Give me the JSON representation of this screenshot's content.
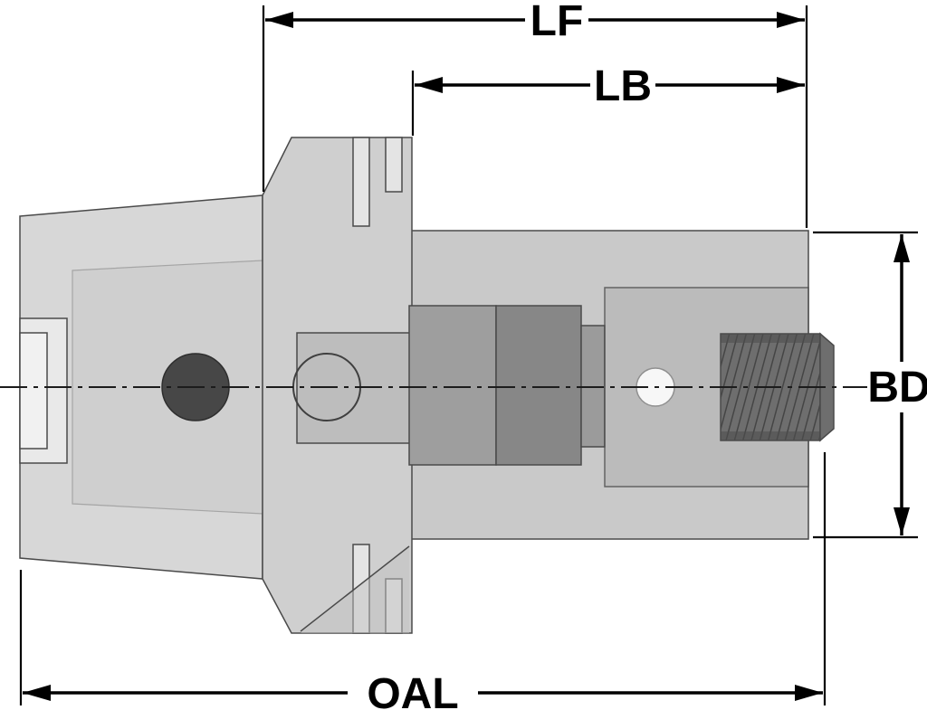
{
  "drawing": {
    "title": "tool-holder-side-view-technical-drawing"
  },
  "dims": {
    "lf": "LF",
    "lb": "LB",
    "bd": "BD",
    "oal": "OAL"
  },
  "colors": {
    "background": "#ffffff",
    "line": "#000000",
    "outline": "#4a4a4a",
    "shank": "#d7d7d7",
    "flange": "#cfcfcf",
    "body": "#c9c9c9",
    "slot": "#e4e4e4",
    "boss": "#bdbdbd",
    "collar_a": "#9e9e9e",
    "collar_b": "#878787",
    "collar_c": "#9b9b9b",
    "inner": "#b8b8b8",
    "thread": "#6e6e6e",
    "hole_dark": "#474747",
    "hole_white": "#f7f7f7",
    "notch": "#e9e9e9"
  }
}
